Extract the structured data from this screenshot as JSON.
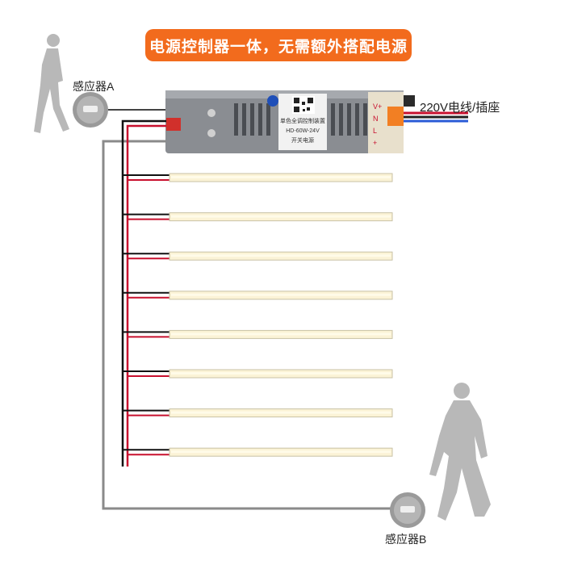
{
  "banner": {
    "text": "电源控制器一体，无需额外搭配电源"
  },
  "labels": {
    "sensor_a": "感应器A",
    "sensor_b": "感应器B",
    "power_input": "220V电线/插座"
  },
  "controller": {
    "title": "单色全调控制装置",
    "subtitle": "开关电源",
    "model": "HD-60W-24V",
    "terminals": [
      "V+",
      "N",
      "L",
      "+"
    ]
  },
  "strips": {
    "count": 8
  },
  "colors": {
    "banner": "#f26b1d",
    "strip_glow": "#fbf3d6",
    "wire_red": "#c8102e",
    "wire_black": "#111111",
    "wire_blue": "#2a5bd7",
    "silhouette": "#b8b8b8",
    "sensor": "#9a9a9a"
  },
  "icons": [
    "walking-person-icon",
    "motion-sensor-icon",
    "qr-code-icon",
    "terminal-block-icon"
  ]
}
